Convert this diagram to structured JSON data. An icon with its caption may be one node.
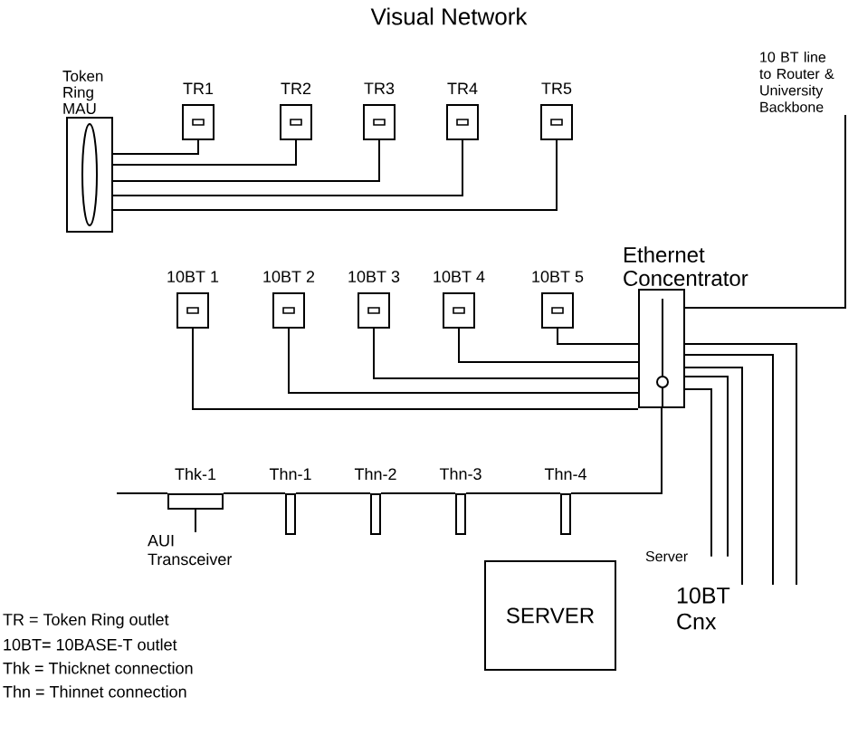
{
  "diagram": {
    "title": "Visual Network",
    "nodes": [
      {
        "text": [
          "Token Ring MAU"
        ]
      },
      {
        "text": [
          "TR1"
        ]
      },
      {
        "text": [
          "TR2"
        ]
      },
      {
        "text": [
          "TR3"
        ]
      },
      {
        "text": [
          "TR4"
        ]
      },
      {
        "text": [
          "TR5"
        ]
      },
      {
        "text": [
          "10BT 1"
        ]
      },
      {
        "text": [
          "10BT 2"
        ]
      },
      {
        "text": [
          "10BT 3"
        ]
      },
      {
        "text": [
          "10BT 4"
        ]
      },
      {
        "text": [
          "10BT 5"
        ]
      },
      {
        "text": [
          "Ethernet Concentrator"
        ]
      },
      {
        "text": [
          "10 BT line to Router & University Backbone"
        ]
      },
      {
        "text": [
          "Thk-1"
        ]
      },
      {
        "text": [
          "Thn-1"
        ]
      },
      {
        "text": [
          "Thn-2"
        ]
      },
      {
        "text": [
          "Thn-3"
        ]
      },
      {
        "text": [
          "Thn-4"
        ]
      },
      {
        "text": [
          "AUI Transceiver"
        ]
      },
      {
        "text": [
          "SERVER"
        ]
      },
      {
        "text": [
          "Server"
        ]
      },
      {
        "text": [
          "10BT Cnx"
        ]
      }
    ],
    "edges": [
      {
        "from": 0,
        "to": 1,
        "arrow": "none"
      },
      {
        "from": 0,
        "to": 2,
        "arrow": "none"
      },
      {
        "from": 0,
        "to": 3,
        "arrow": "none"
      },
      {
        "from": 0,
        "to": 4,
        "arrow": "none"
      },
      {
        "from": 0,
        "to": 5,
        "arrow": "none"
      },
      {
        "from": 6,
        "to": 11,
        "arrow": "none"
      },
      {
        "from": 7,
        "to": 11,
        "arrow": "none"
      },
      {
        "from": 8,
        "to": 11,
        "arrow": "none"
      },
      {
        "from": 9,
        "to": 11,
        "arrow": "none"
      },
      {
        "from": 10,
        "to": 11,
        "arrow": "none"
      },
      {
        "from": 11,
        "to": 12,
        "arrow": "none"
      },
      {
        "from": 11,
        "to": 17,
        "arrow": "none"
      },
      {
        "from": 17,
        "to": 16,
        "arrow": "none"
      },
      {
        "from": 16,
        "to": 15,
        "arrow": "none"
      },
      {
        "from": 15,
        "to": 14,
        "arrow": "none"
      },
      {
        "from": 14,
        "to": 13,
        "arrow": "none"
      },
      {
        "from": 13,
        "to": null,
        "arrow": "none"
      },
      {
        "from": 13,
        "to": 18,
        "arrow": "none"
      },
      {
        "from": 11,
        "to": 20,
        "arrow": "none"
      },
      {
        "from": 11,
        "to": 20,
        "arrow": "none"
      },
      {
        "from": 11,
        "to": 21,
        "arrow": "none"
      },
      {
        "from": 11,
        "to": 21,
        "arrow": "none"
      },
      {
        "from": 11,
        "to": 21,
        "arrow": "none"
      }
    ],
    "labels": [
      "TR = Token Ring outlet",
      "10BT= 10BASE-T outlet",
      "Thk = Thicknet connection",
      "Thn = Thinnet connection"
    ]
  }
}
